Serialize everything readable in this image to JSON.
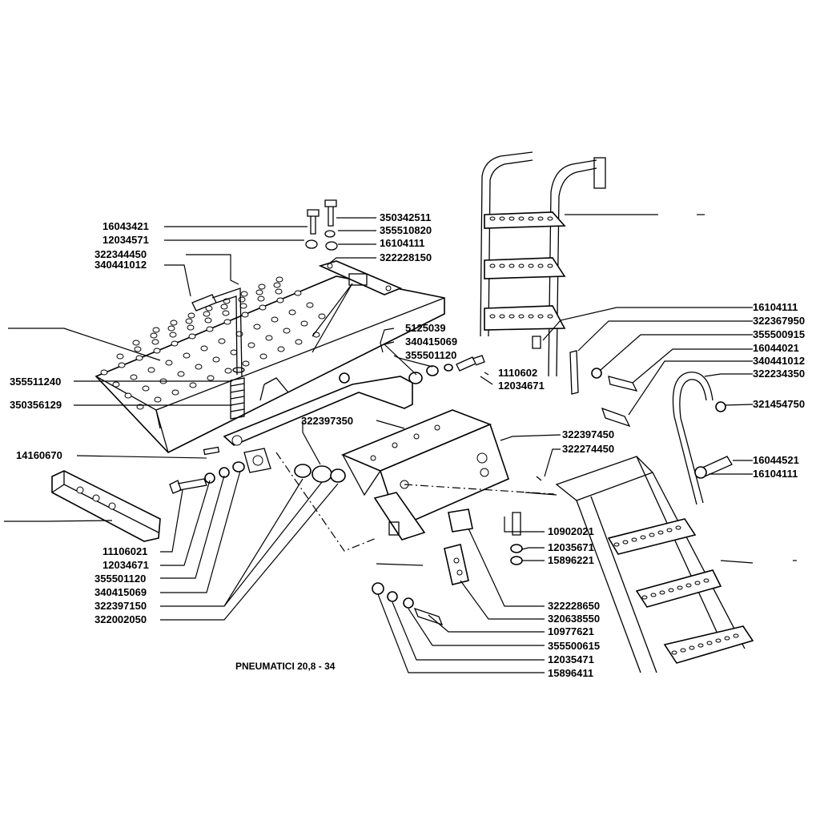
{
  "caption": "PNEUMATICI 20,8 - 34",
  "callouts": {
    "p16043421": "16043421",
    "p12034571": "12034571",
    "p322344450": "322344450",
    "p340441012_left": "340441012",
    "p350342511": "350342511",
    "p355510820": "355510820",
    "p16104111_top": "16104111",
    "p322228150": "322228150",
    "p16104111_right": "16104111",
    "p322367950": "322367950",
    "p355500915": "355500915",
    "p16044021": "16044021",
    "p340441012_right": "340441012",
    "p322234350": "322234350",
    "p321454750": "321454750",
    "p5125039": "5125039",
    "p340415069_top": "340415069",
    "p355501120_top": "355501120",
    "p1110602": "1110602",
    "p12034671_top": "12034671",
    "p355511240": "355511240",
    "p350356129": "350356129",
    "p322397350": "322397350",
    "p322397450": "322397450",
    "p322274450": "322274450",
    "p14160670": "14160670",
    "p16044521": "16044521",
    "p16104111_mid": "16104111",
    "p10902021": "10902021",
    "p12035671": "12035671",
    "p15896221": "15896221",
    "p11106021": "11106021",
    "p12034671_bot": "12034671",
    "p355501120_bot": "355501120",
    "p340415069_bot": "340415069",
    "p322397150": "322397150",
    "p322002050": "322002050",
    "p322228650": "322228650",
    "p320638550": "320638550",
    "p10977621": "10977621",
    "p355500615": "355500615",
    "p12035471": "12035471",
    "p15896411": "15896411"
  }
}
